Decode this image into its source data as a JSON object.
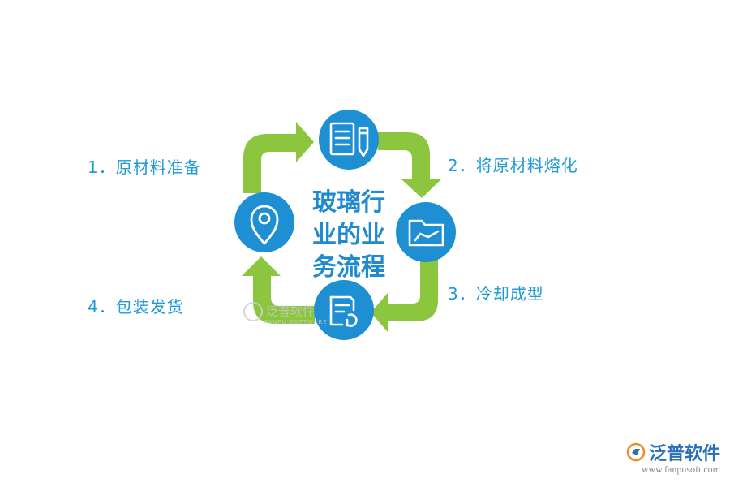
{
  "diagram": {
    "title_lines": [
      "玻璃行",
      "业的业",
      "务流程"
    ],
    "steps": [
      {
        "label": "1．原材料准备",
        "icon": "document-pencil-icon"
      },
      {
        "label": "2．将原材料熔化",
        "icon": "folder-icon"
      },
      {
        "label": "3．冷却成型",
        "icon": "document-refresh-icon"
      },
      {
        "label": "4．包装发货",
        "icon": "location-pin-icon"
      }
    ]
  },
  "watermark": {
    "text": "泛普软件",
    "subtext": "FANPU SOFTWARE"
  },
  "brand": {
    "name": "泛普软件",
    "url": "www.fanpusoft.com"
  },
  "colors": {
    "arrow_green": "#8cc63f",
    "circle_blue": "#1e8fd2",
    "label_blue": "#1e9ad6",
    "title_blue": "#1f8ad0"
  }
}
